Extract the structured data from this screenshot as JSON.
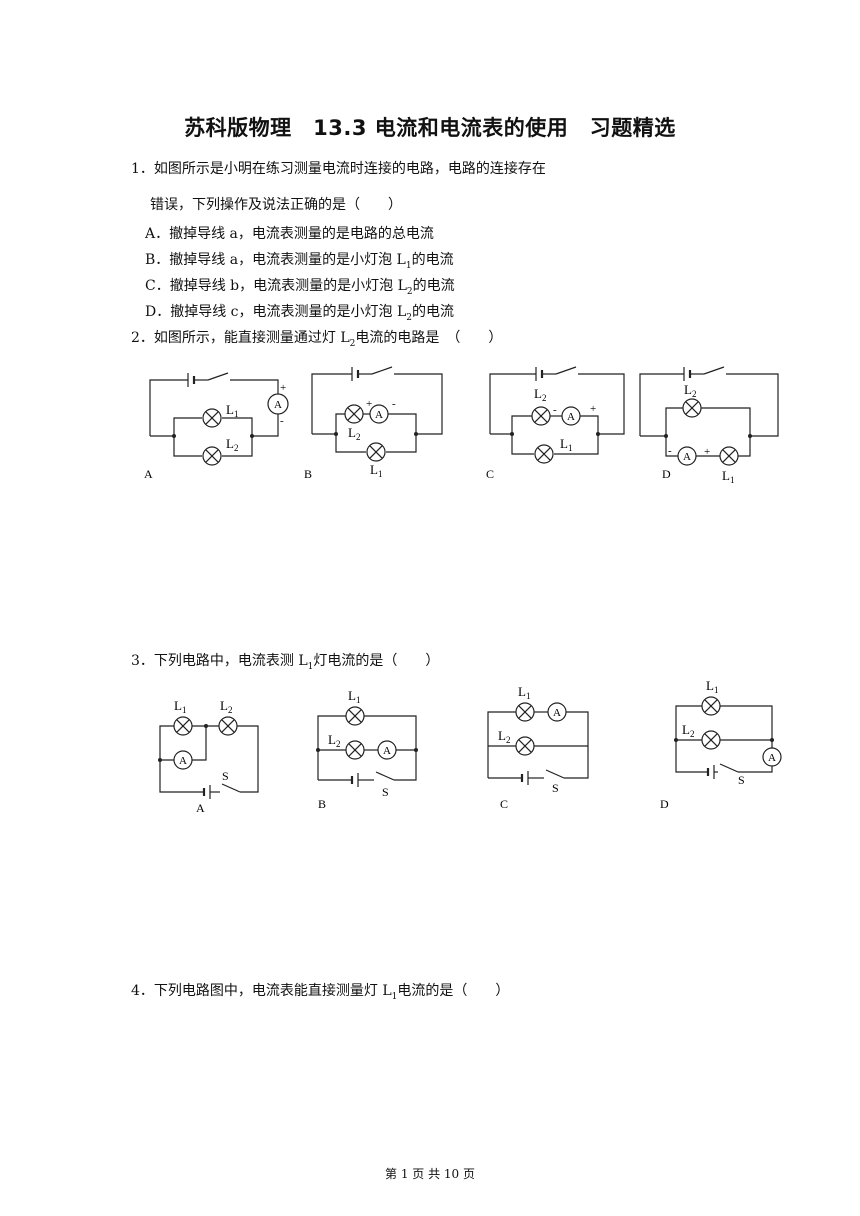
{
  "title": "苏科版物理　13.3 电流和电流表的使用　习题精选",
  "q1": {
    "line1": "1．如图所示是小明在练习测量电流时连接的电路，电路的连接存在",
    "line2": "错误，下列操作及说法正确的是（　　）",
    "options": [
      {
        "pre": "A．撤掉导线 a，电流表测量的是电路的总电流",
        "sub": "",
        "post": ""
      },
      {
        "pre": "B．撤掉导线 a，电流表测量的是小灯泡 L",
        "sub": "1",
        "post": "的电流"
      },
      {
        "pre": "C．撤掉导线 b，电流表测量的是小灯泡 L",
        "sub": "2",
        "post": "的电流"
      },
      {
        "pre": "D．撤掉导线 c，电流表测量的是小灯泡 L",
        "sub": "2",
        "post": "的电流"
      }
    ]
  },
  "q2": {
    "pre": "2．如图所示，能直接测量通过灯 L",
    "sub": "2",
    "post": "电流的电路是　（　　）",
    "labels": [
      "A",
      "B",
      "C",
      "D"
    ]
  },
  "q3": {
    "pre": "3．下列电路中，电流表测 L",
    "sub": "1",
    "post": "灯电流的是（　　）",
    "labels": [
      "A",
      "B",
      "C",
      "D"
    ]
  },
  "q4": {
    "pre": "4．下列电路图中，电流表能直接测量灯 L",
    "sub": "1",
    "post": "电流的是（　　）"
  },
  "symbols": {
    "ammeter": "A",
    "plus": "+",
    "minus": "-",
    "lamp1": "L",
    "lamp2": "L",
    "sub1": "1",
    "sub2": "2",
    "switch": "S"
  },
  "footer": "第 1 页 共 10 页"
}
